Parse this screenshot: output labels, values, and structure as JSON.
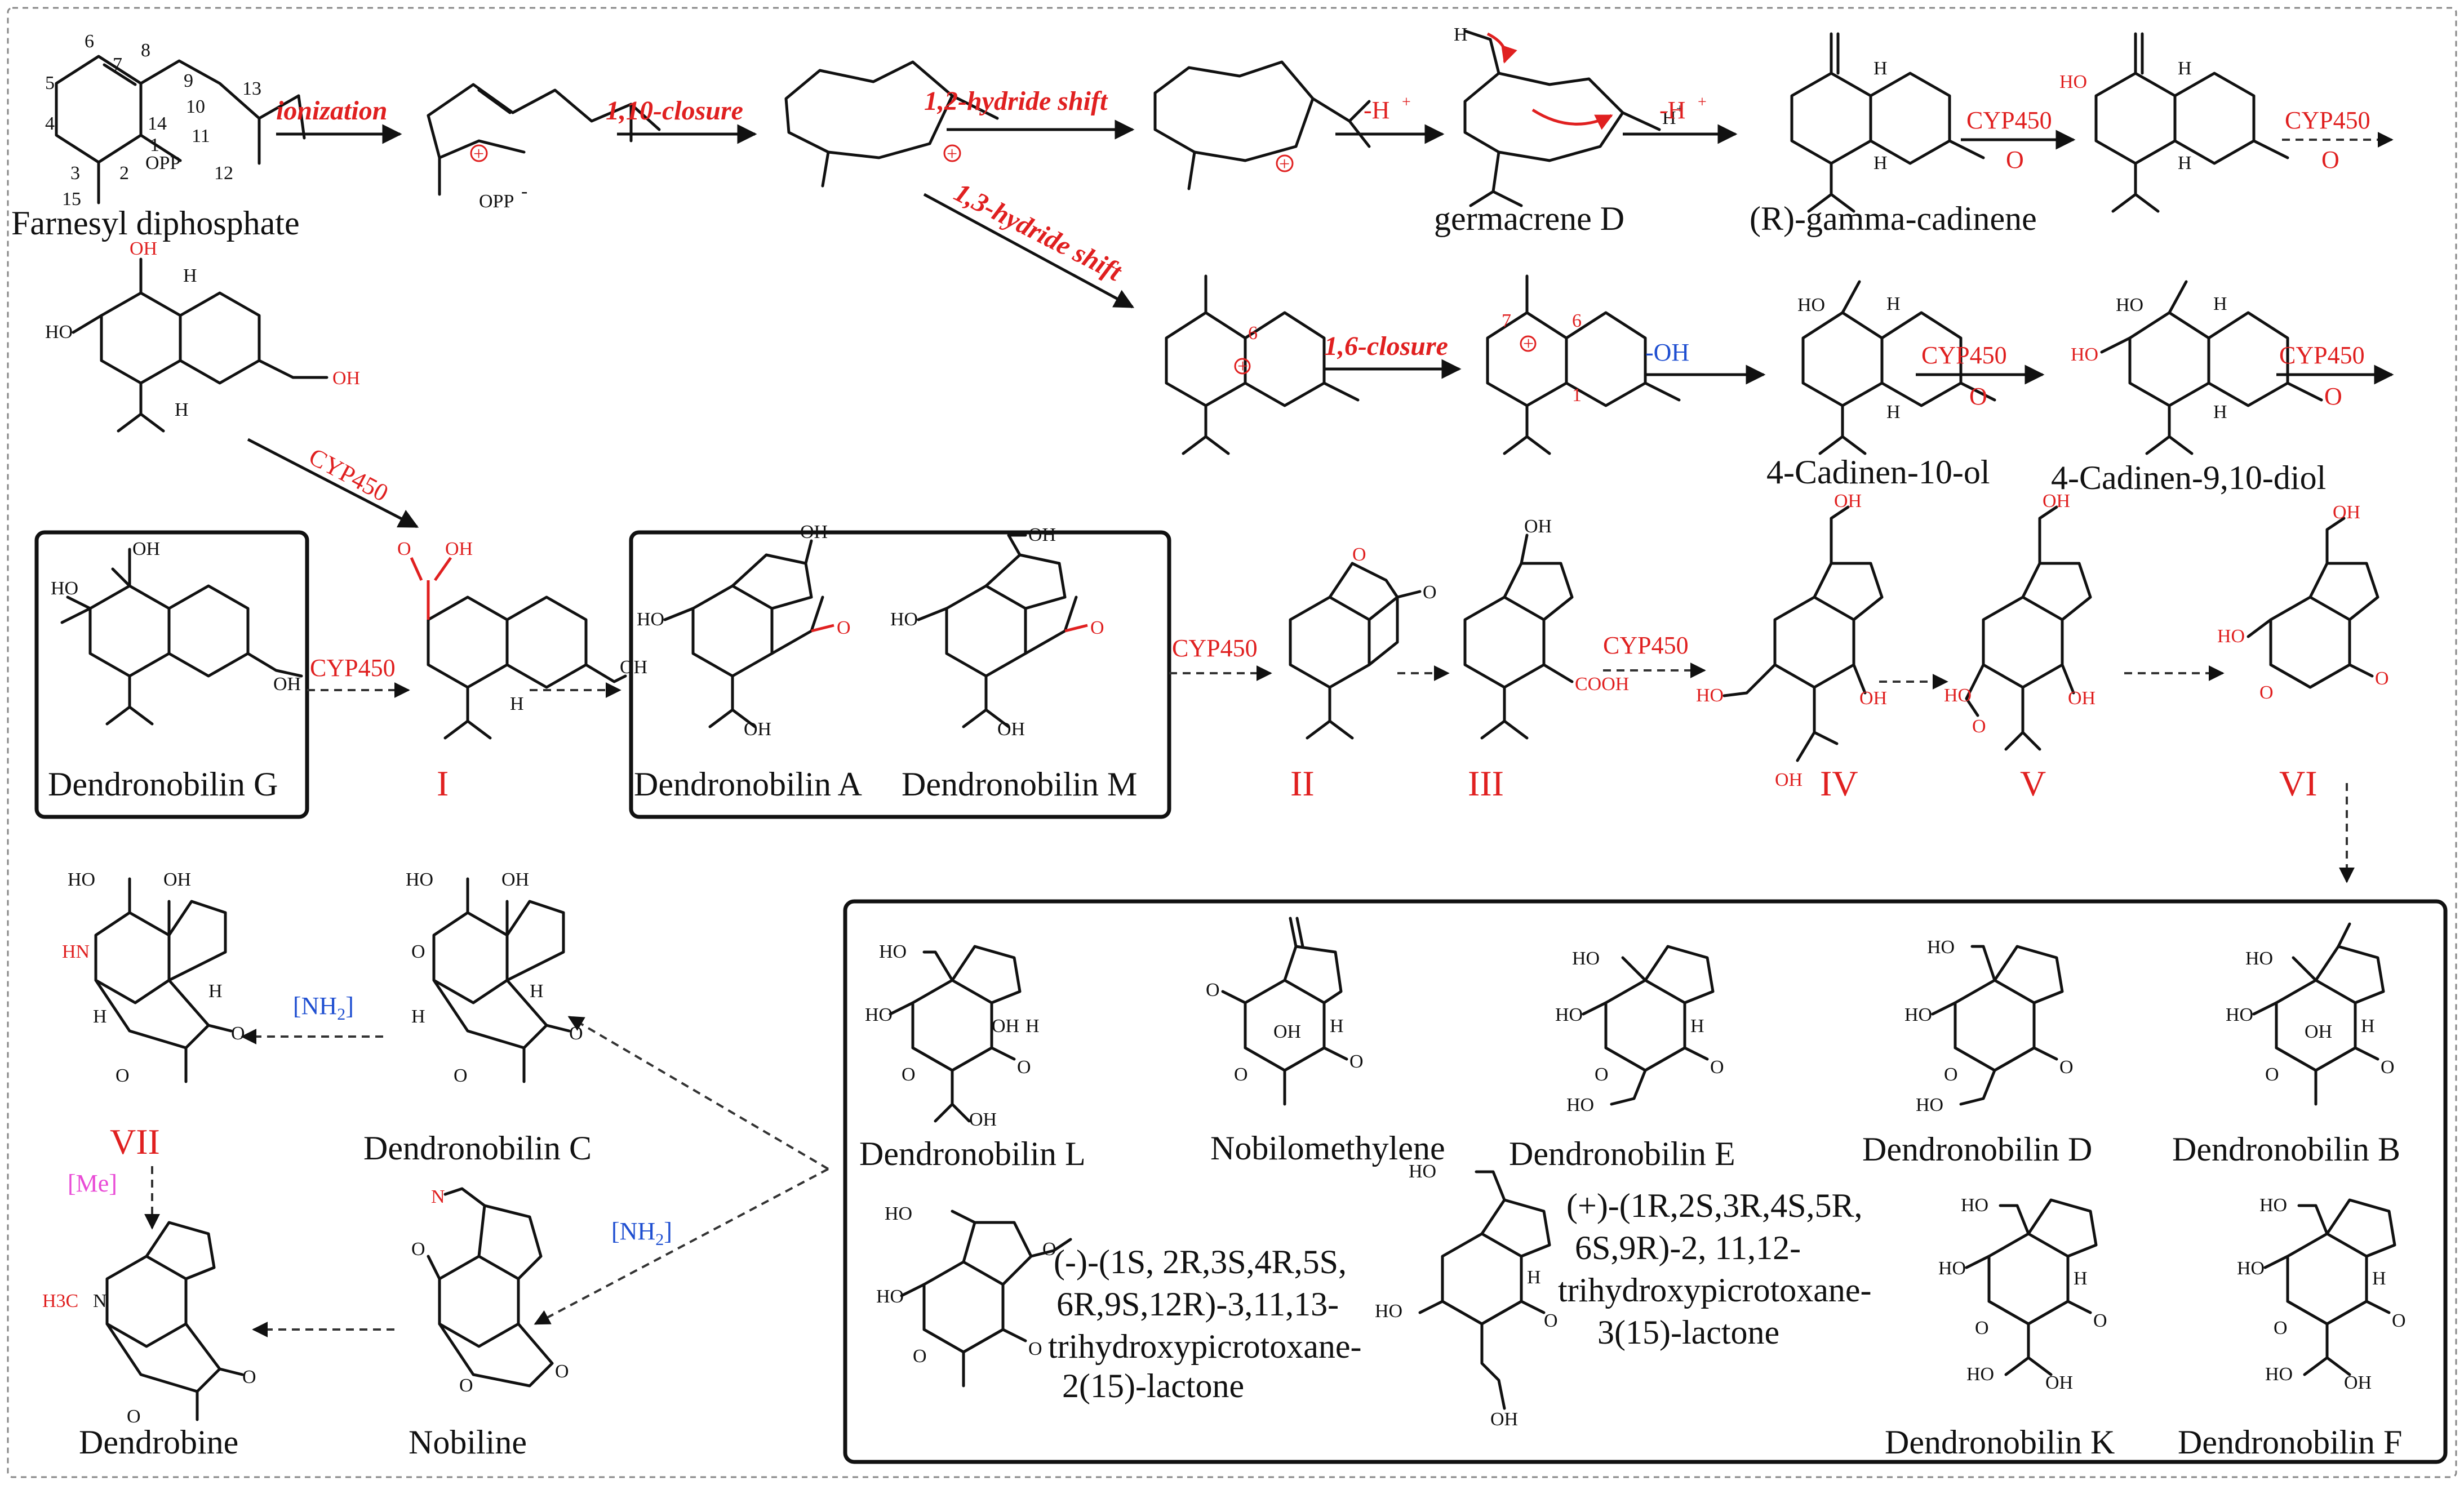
{
  "title": "",
  "compounds": {
    "fpp": "Farnesyl diphosphate",
    "germacrene_d": "germacrene D",
    "gamma_cadinene": "(R)-gamma-cadinene",
    "cadinen_10_ol": "4-Cadinen-10-ol",
    "cadinen_9_10_diol": "4-Cadinen-9,10-diol",
    "dendronobilin_g": "Dendronobilin G",
    "i": "I",
    "dendronobilin_a": "Dendronobilin A",
    "dendronobilin_m": "Dendronobilin M",
    "ii": "II",
    "iii": "III",
    "iv": "IV",
    "v": "V",
    "vi": "VI",
    "vii": "VII",
    "dendronobilin_c": "Dendronobilin C",
    "dendrobine": "Dendrobine",
    "nobiline": "Nobiline",
    "dendronobilin_l": "Dendronobilin L",
    "nobilomethylene": "Nobilomethylene",
    "dendronobilin_e": "Dendronobilin E",
    "dendronobilin_d": "Dendronobilin D",
    "dendronobilin_b": "Dendronobilin B",
    "picro_minus": [
      "(-)-(1S, 2R,3S,4R,5S,",
      "6R,9S,12R)-3,11,13-",
      "trihydroxypicrotoxane-",
      "2(15)-lactone"
    ],
    "picro_plus": [
      "(+)-(1R,2S,3R,4S,5R,",
      "6S,9R)-2, 11,12-",
      "trihydroxypicrotoxane-",
      "3(15)-lactone"
    ],
    "dendronobilin_k": "Dendronobilin K",
    "dendronobilin_f": "Dendronobilin F"
  },
  "steps": {
    "ionization": "ionization",
    "closure_1_10": "1,10-closure",
    "hydride_1_2": "1,2-hydride shift",
    "hydride_1_3": "1,3-hydride shift",
    "closure_1_6": "1,6-closure",
    "minus_h": "-H",
    "plus": "+",
    "minus_oh": "-OH",
    "cyp450": "CYP450",
    "o": "O",
    "nh2": "[NH",
    "nh2_sub": "2",
    "nh2_close": "]",
    "me": "[Me]"
  },
  "atoms": {
    "opp": "OPP",
    "opp_minus": "OPP",
    "minus": "-",
    "oh": "OH",
    "ho": "HO",
    "h": "H",
    "o": "O",
    "hn": "HN",
    "n": "N",
    "h3c": "H3C",
    "cooh": "COOH",
    "plus_circ": "+",
    "n1": "1",
    "n2": "2",
    "n3": "3",
    "n4": "4",
    "n5": "5",
    "n6": "6",
    "n7": "7",
    "n8": "8",
    "n9": "9",
    "n10": "10",
    "n11": "11",
    "n12": "12",
    "n13": "13",
    "n14": "14",
    "n15": "15"
  },
  "colors": {
    "reaction_red": "#e02020",
    "enzyme_blue": "#1f4fd1",
    "methyl_magenta": "#e94bd6",
    "ink": "#111111"
  }
}
